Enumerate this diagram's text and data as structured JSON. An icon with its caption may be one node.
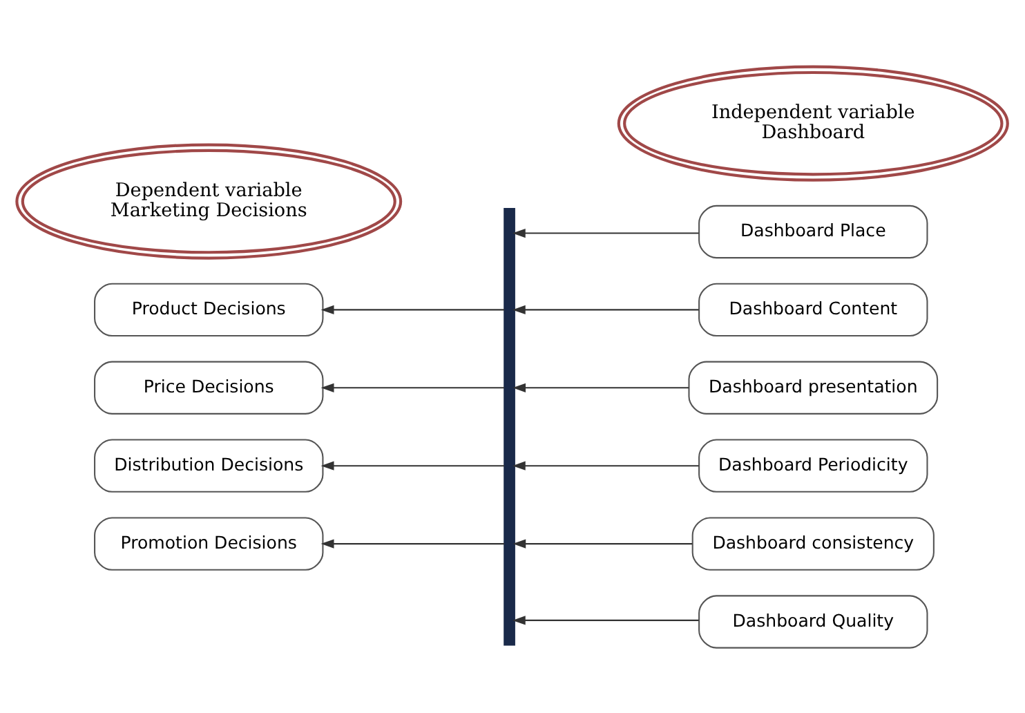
{
  "diagram": {
    "nodes": [
      {
        "text": [
          "Dependent variable",
          "Marketing Decisions"
        ]
      },
      {
        "text": [
          "Independent variable",
          "Dashboard"
        ]
      },
      {
        "text": [
          "Product Decisions"
        ]
      },
      {
        "text": [
          "Price Decisions"
        ]
      },
      {
        "text": [
          "Distribution Decisions"
        ]
      },
      {
        "text": [
          "Promotion Decisions"
        ]
      },
      {
        "text": [],
        "shape": "bar"
      },
      {
        "text": [
          "Dashboard Place"
        ]
      },
      {
        "text": [
          "Dashboard Content"
        ]
      },
      {
        "text": [
          "Dashboard presentation"
        ]
      },
      {
        "text": [
          "Dashboard Periodicity"
        ]
      },
      {
        "text": [
          "Dashboard consistency"
        ]
      },
      {
        "text": [
          "Dashboard Quality"
        ]
      }
    ],
    "edges": [
      {
        "from": 7,
        "to": 6,
        "arrow": "to"
      },
      {
        "from": 8,
        "to": 6,
        "arrow": "to"
      },
      {
        "from": 9,
        "to": 6,
        "arrow": "to"
      },
      {
        "from": 10,
        "to": 6,
        "arrow": "to"
      },
      {
        "from": 11,
        "to": 6,
        "arrow": "to"
      },
      {
        "from": 12,
        "to": 6,
        "arrow": "to"
      },
      {
        "from": 6,
        "to": 2,
        "arrow": "to"
      },
      {
        "from": 6,
        "to": 3,
        "arrow": "to"
      },
      {
        "from": 6,
        "to": 4,
        "arrow": "to"
      },
      {
        "from": 6,
        "to": 5,
        "arrow": "to"
      }
    ]
  }
}
